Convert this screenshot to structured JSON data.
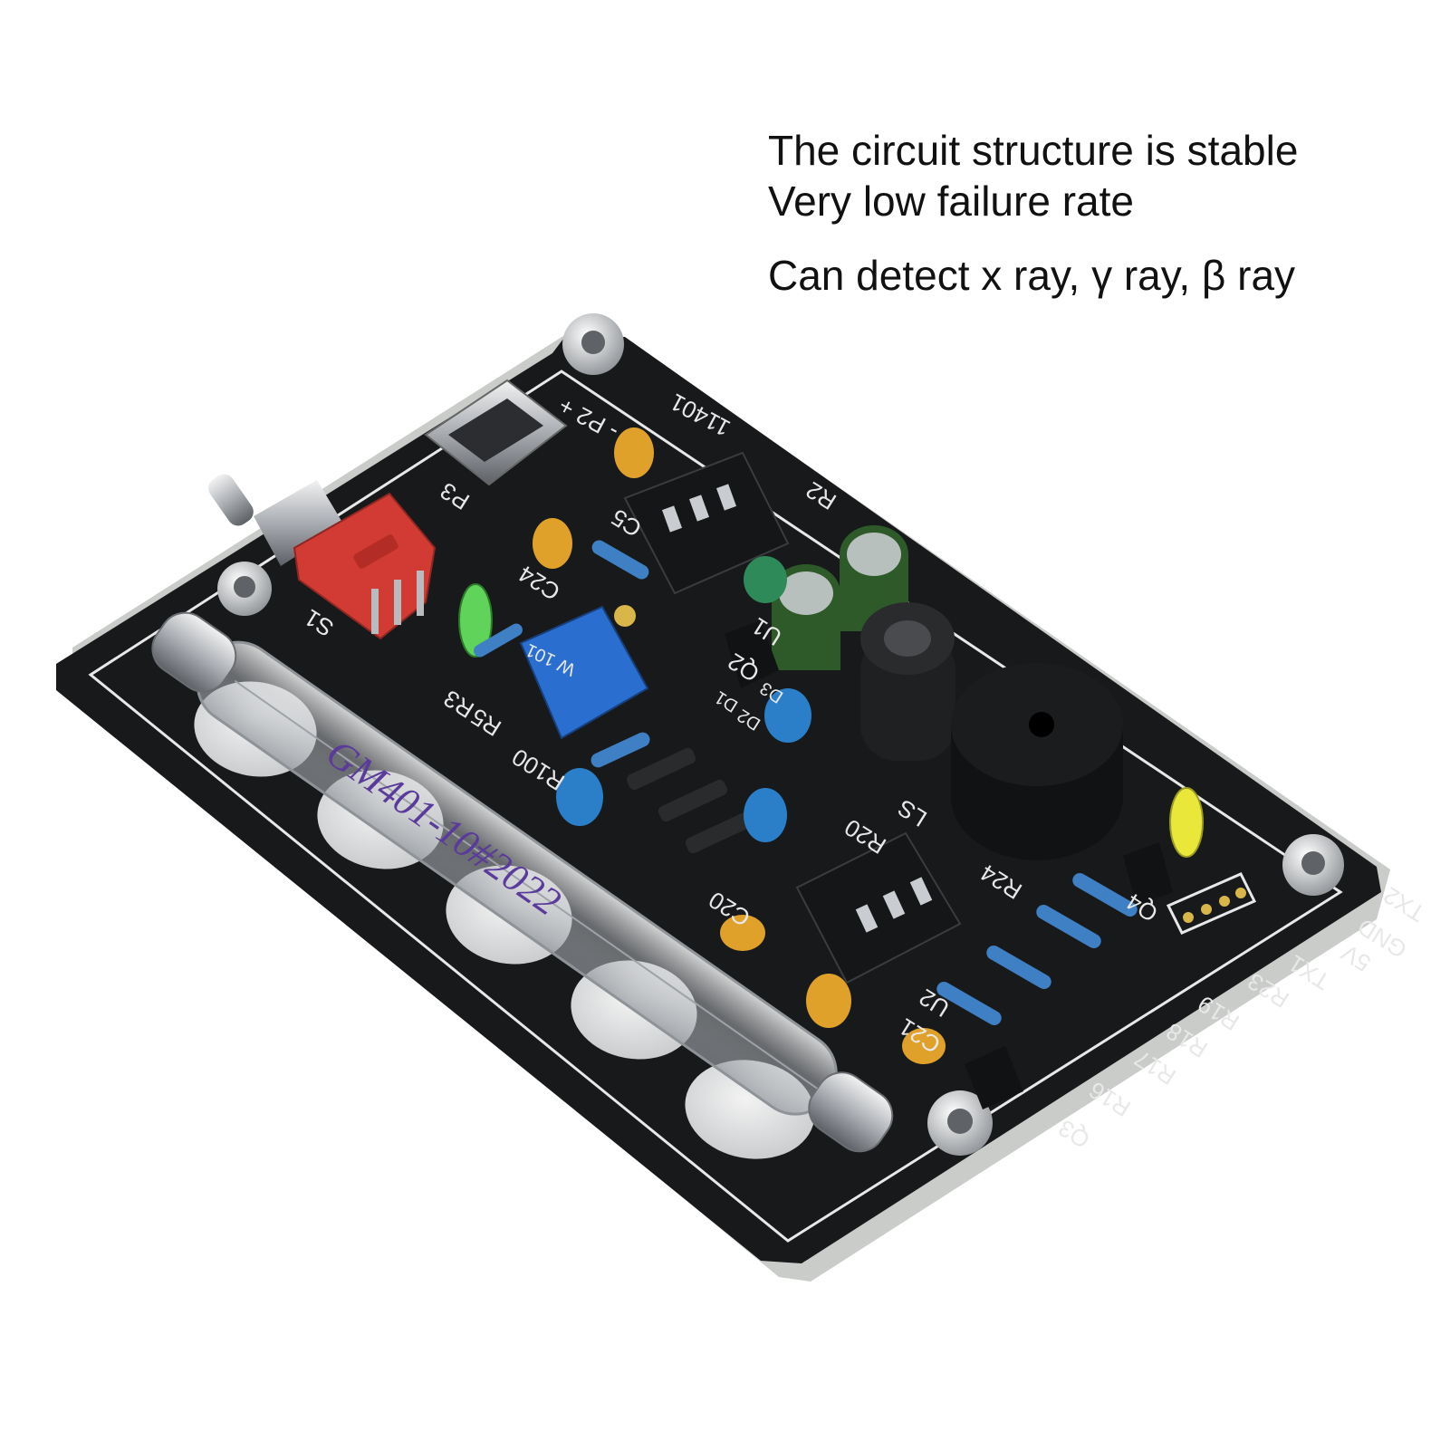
{
  "headline": {
    "line1": "The circuit structure is stable",
    "line2": "Very low failure rate",
    "line3": "Can detect x ray, γ ray, β ray"
  },
  "board": {
    "model_label": "11401",
    "tube_label": "GM401-10#2022",
    "marks": {
      "p2": "- P2 +",
      "p3": "P3",
      "s1": "S1",
      "ls": "LS",
      "pin_tx2": "TX2",
      "pin_gnd": "GND",
      "pin_5v": "5V",
      "pin_tx1": "TX1",
      "r23": "R23",
      "r19": "R19",
      "r18": "R18",
      "r17": "R17",
      "r16": "R16",
      "q3": "Q3",
      "r20": "R20",
      "c20": "C20",
      "r24": "R24",
      "u2": "U2",
      "c21": "C21",
      "q4": "Q4",
      "c24": "C24",
      "c5": "C5",
      "r2": "R2",
      "u1": "U1",
      "q2": "Q2",
      "d1": "D1",
      "d2": "D2",
      "d3": "D3",
      "r100": "R100",
      "r5": "R5",
      "r3": "R3",
      "pot": "W 101"
    },
    "colors": {
      "pcb": "#17191b",
      "silkscreen": "#e8e8e8",
      "resistor": "#3f7fc4",
      "ceramic_cap_blue": "#2a7fc8",
      "ceramic_cap_yellow": "#e0a12a",
      "electrolytic": "#2e5a2a",
      "trimpot": "#2a6fd0",
      "switch": "#d23b34",
      "led_green": "#5fd35a",
      "led_yellow": "#e9e83a",
      "tube_ink": "#5a3a9a"
    }
  }
}
